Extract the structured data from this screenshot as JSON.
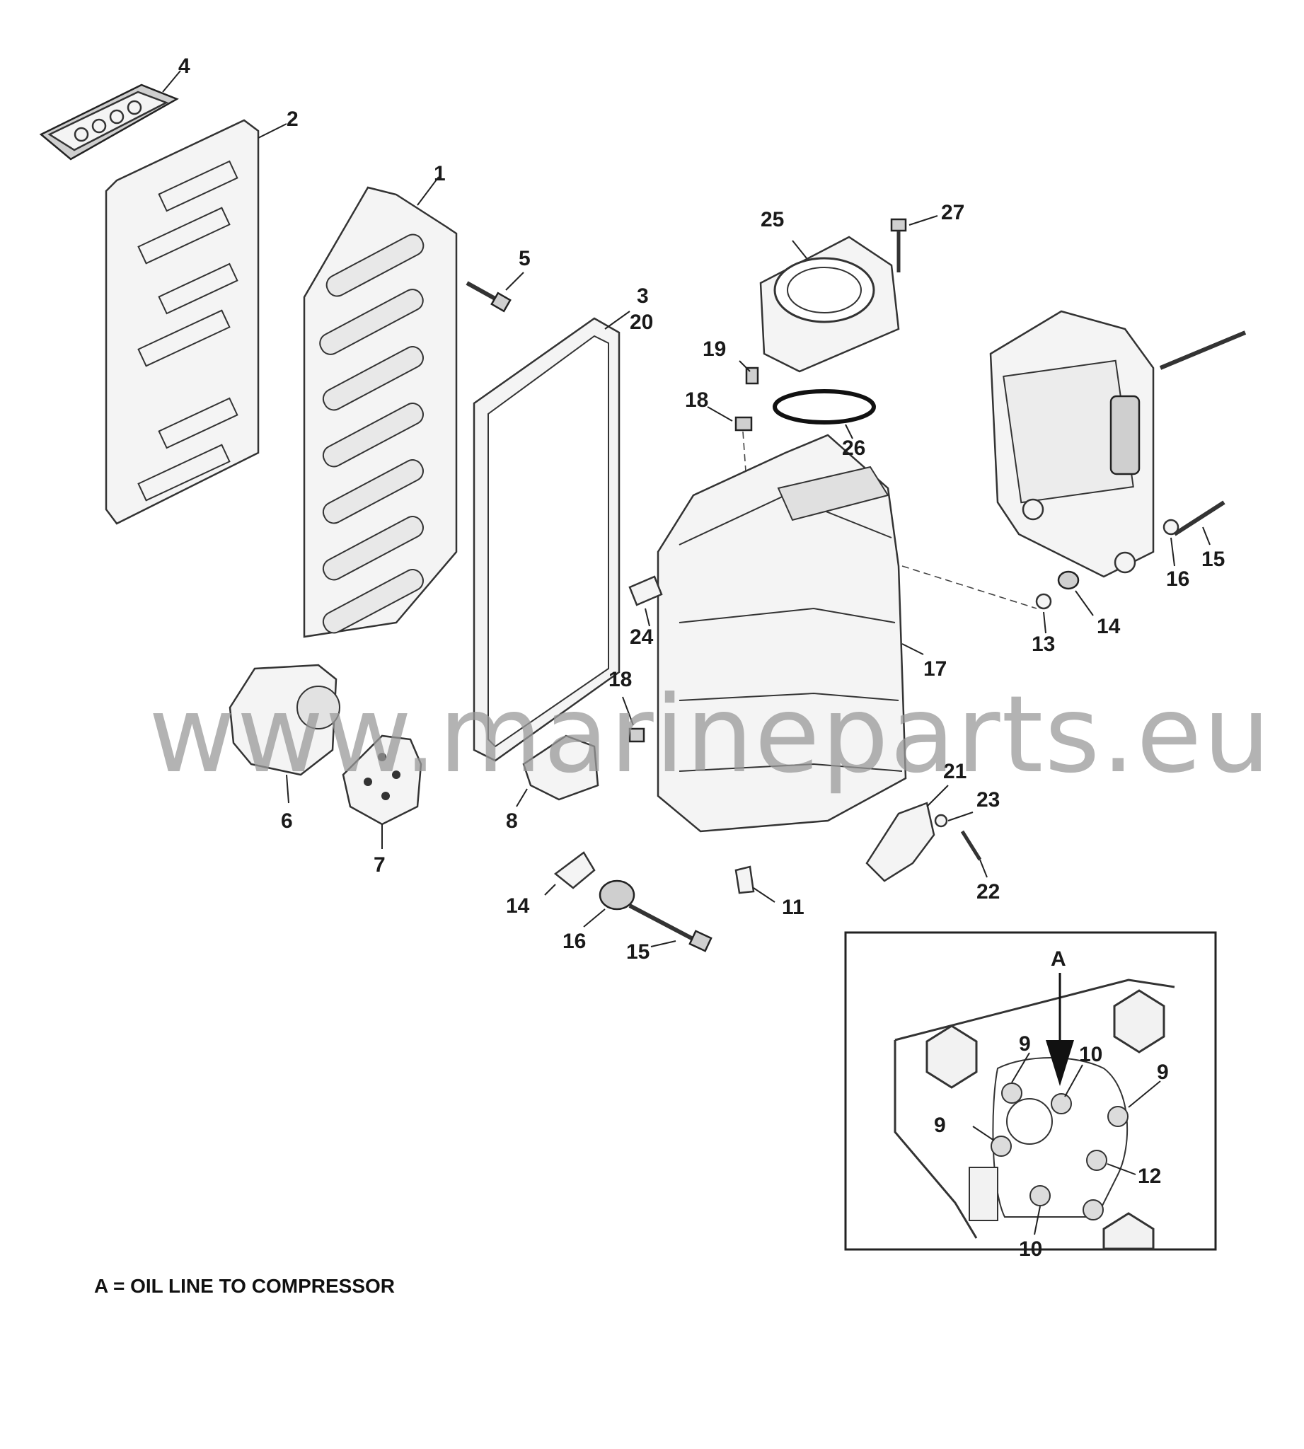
{
  "callouts": {
    "p4": "4",
    "p2": "2",
    "p1": "1",
    "p5": "5",
    "p3": "3",
    "p20": "20",
    "p25": "25",
    "p27": "27",
    "p19": "19",
    "p18a": "18",
    "p26": "26",
    "p16a": "16",
    "p15a": "15",
    "p14a": "14",
    "p13": "13",
    "p24": "24",
    "p17": "17",
    "p18b": "18",
    "p6": "6",
    "p7": "7",
    "p8": "8",
    "p21": "21",
    "p23": "23",
    "p22": "22",
    "p14b": "14",
    "p11": "11",
    "p16b": "16",
    "p15b": "15"
  },
  "inset": {
    "view_label": "A",
    "c9a": "9",
    "c10a": "10",
    "c9b": "9",
    "c9c": "9",
    "c12": "12",
    "c10b": "10"
  },
  "watermark": "www.marineparts.eu",
  "caption": "A = OIL LINE TO COMPRESSOR"
}
